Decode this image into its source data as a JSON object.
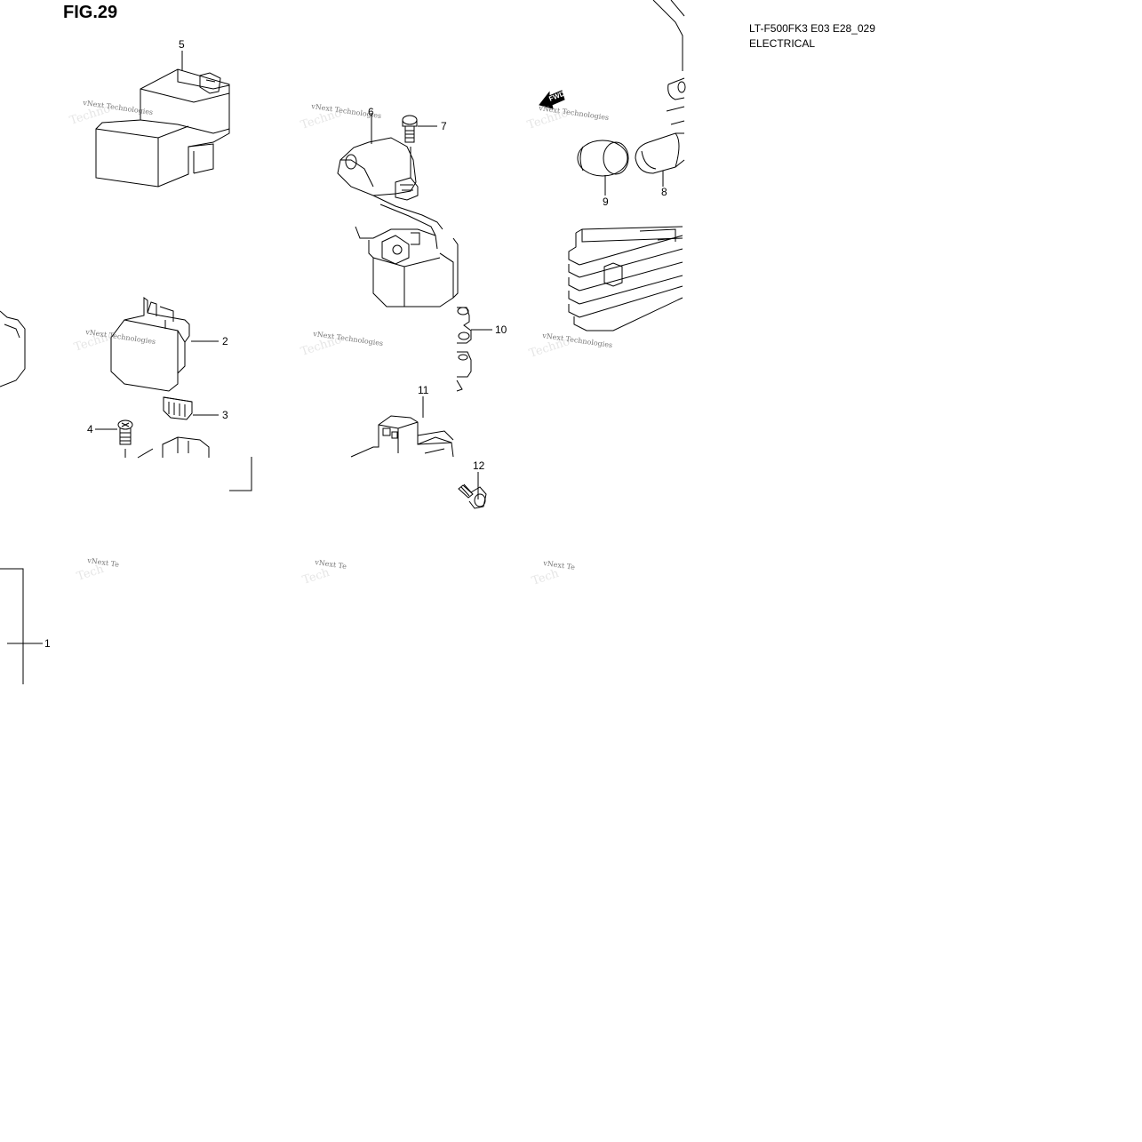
{
  "header": {
    "figure": "FIG.29",
    "model_code": "LT-F500FK3 E03 E28_029",
    "section": "ELECTRICAL"
  },
  "direction_marker": {
    "label": "FWD"
  },
  "callouts": [
    "1",
    "2",
    "3",
    "4",
    "5",
    "6",
    "7",
    "8",
    "9",
    "10",
    "11",
    "12"
  ],
  "watermark": {
    "full": "vNext Technologies",
    "short": "vNext Te"
  },
  "parts": [
    {
      "ref": "1",
      "icon": "bracket-assembly-icon"
    },
    {
      "ref": "2",
      "icon": "fuse-box-cover-icon"
    },
    {
      "ref": "3",
      "icon": "blade-fuse-icon"
    },
    {
      "ref": "4",
      "icon": "screw-icon"
    },
    {
      "ref": "5",
      "icon": "relay-box-icon"
    },
    {
      "ref": "6",
      "icon": "starter-relay-icon"
    },
    {
      "ref": "7",
      "icon": "bolt-icon"
    },
    {
      "ref": "8",
      "icon": "relay-cap-icon"
    },
    {
      "ref": "9",
      "icon": "terminal-cap-icon"
    },
    {
      "ref": "10",
      "icon": "rubber-cushion-icon"
    },
    {
      "ref": "11",
      "icon": "regulator-rectifier-icon"
    },
    {
      "ref": "12",
      "icon": "bolt-icon"
    }
  ]
}
